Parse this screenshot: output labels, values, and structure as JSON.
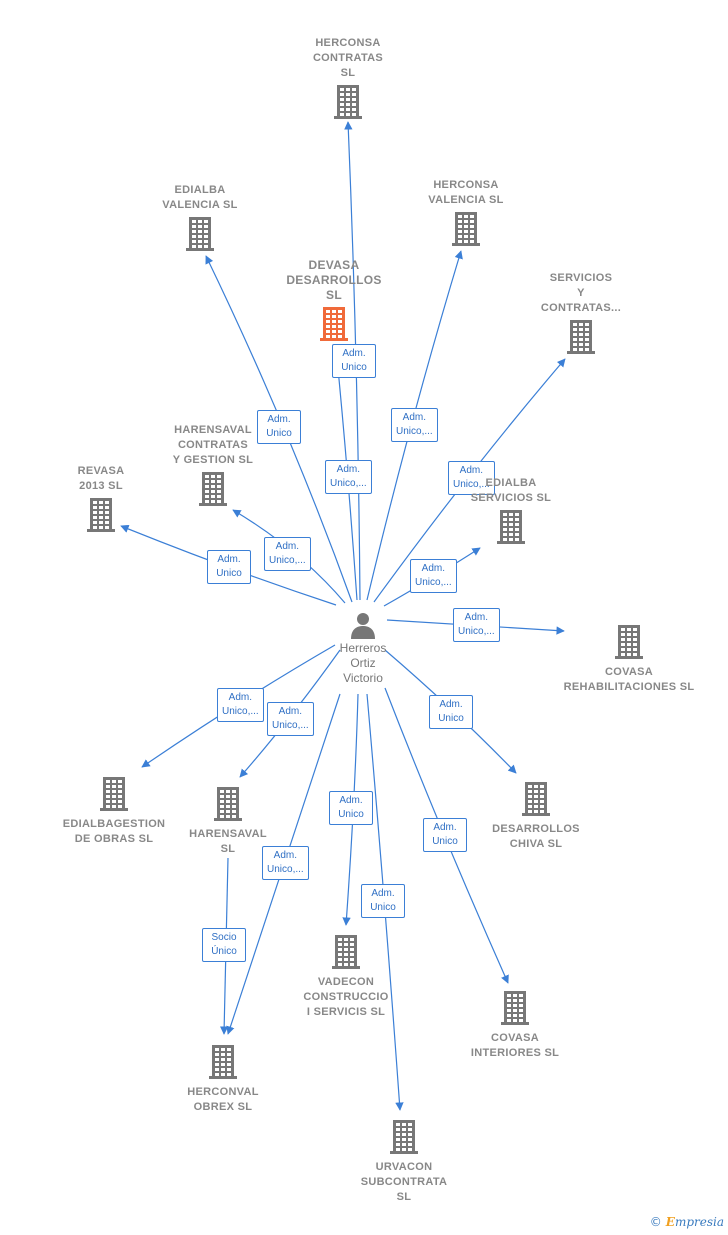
{
  "colors": {
    "edge": "#3b7fd6",
    "building": "#777777",
    "building_main": "#f06a3a",
    "label": "#888888",
    "edge_label": "#2f6fc4"
  },
  "person": {
    "id": "p",
    "name": "Herreros\nOrtiz\nVictorio",
    "icon": "person-icon"
  },
  "companies": [
    {
      "id": "herconsa-contratas",
      "name": "HERCONSA\nCONTRATAS\nSL",
      "main": false
    },
    {
      "id": "edialba-valencia",
      "name": "EDIALBA\nVALENCIA  SL",
      "main": false
    },
    {
      "id": "herconsa-valencia",
      "name": "HERCONSA\nVALENCIA  SL",
      "main": false
    },
    {
      "id": "devasa",
      "name": "DEVASA\nDESARROLLOS\nSL",
      "main": true
    },
    {
      "id": "servicios-contratas",
      "name": "SERVICIOS\nY\nCONTRATAS...",
      "main": false
    },
    {
      "id": "harensaval-contratas",
      "name": "HARENSAVAL\nCONTRATAS\nY GESTION  SL",
      "main": false
    },
    {
      "id": "revasa",
      "name": "REVASA\n2013 SL",
      "main": false
    },
    {
      "id": "edialba-servicios",
      "name": "EDIALBA\nSERVICIOS  SL",
      "main": false
    },
    {
      "id": "covasa-rehab",
      "name": "COVASA\nREHABILITACIONES SL",
      "main": false
    },
    {
      "id": "edialbagestion",
      "name": "EDIALBAGESTION\nDE OBRAS  SL",
      "main": false
    },
    {
      "id": "harensaval",
      "name": "HARENSAVAL\nSL",
      "main": false
    },
    {
      "id": "desarrollos-chiva",
      "name": "DESARROLLOS\nCHIVA  SL",
      "main": false
    },
    {
      "id": "vadecon",
      "name": "VADECON\nCONSTRUCCIO\nI SERVICIS  SL",
      "main": false
    },
    {
      "id": "covasa-interiores",
      "name": "COVASA\nINTERIORES SL",
      "main": false
    },
    {
      "id": "herconval",
      "name": "HERCONVAL\nOBREX  SL",
      "main": false
    },
    {
      "id": "urvacon",
      "name": "URVACON\nSUBCONTRATA\nSL",
      "main": false
    }
  ],
  "edges": [
    {
      "from": "p",
      "to": "herconsa-contratas",
      "label": "Adm.\nUnico"
    },
    {
      "from": "p",
      "to": "edialba-valencia",
      "label": "Adm.\nUnico"
    },
    {
      "from": "p",
      "to": "herconsa-valencia",
      "label": "Adm.\nUnico,..."
    },
    {
      "from": "p",
      "to": "devasa",
      "label": "Adm.\nUnico,..."
    },
    {
      "from": "p",
      "to": "servicios-contratas",
      "label": "Adm.\nUnico,..."
    },
    {
      "from": "p",
      "to": "harensaval-contratas",
      "label": "Adm.\nUnico,..."
    },
    {
      "from": "p",
      "to": "revasa",
      "label": "Adm.\nUnico"
    },
    {
      "from": "p",
      "to": "edialba-servicios",
      "label": "Adm.\nUnico,..."
    },
    {
      "from": "p",
      "to": "covasa-rehab",
      "label": "Adm.\nUnico,..."
    },
    {
      "from": "p",
      "to": "edialbagestion",
      "label": "Adm.\nUnico,..."
    },
    {
      "from": "p",
      "to": "harensaval",
      "label": "Adm.\nUnico,..."
    },
    {
      "from": "p",
      "to": "desarrollos-chiva",
      "label": "Adm.\nUnico"
    },
    {
      "from": "p",
      "to": "vadecon",
      "label": "Adm.\nUnico"
    },
    {
      "from": "p",
      "to": "covasa-interiores",
      "label": "Adm.\nUnico"
    },
    {
      "from": "p",
      "to": "herconval",
      "label": "Adm.\nUnico,..."
    },
    {
      "from": "p",
      "to": "urvacon",
      "label": "Adm.\nUnico"
    },
    {
      "from": "harensaval",
      "to": "herconval",
      "label": "Socio\nÚnico"
    }
  ],
  "footer": {
    "copyright": "©",
    "brand_first": "E",
    "brand_rest": "mpresia"
  }
}
